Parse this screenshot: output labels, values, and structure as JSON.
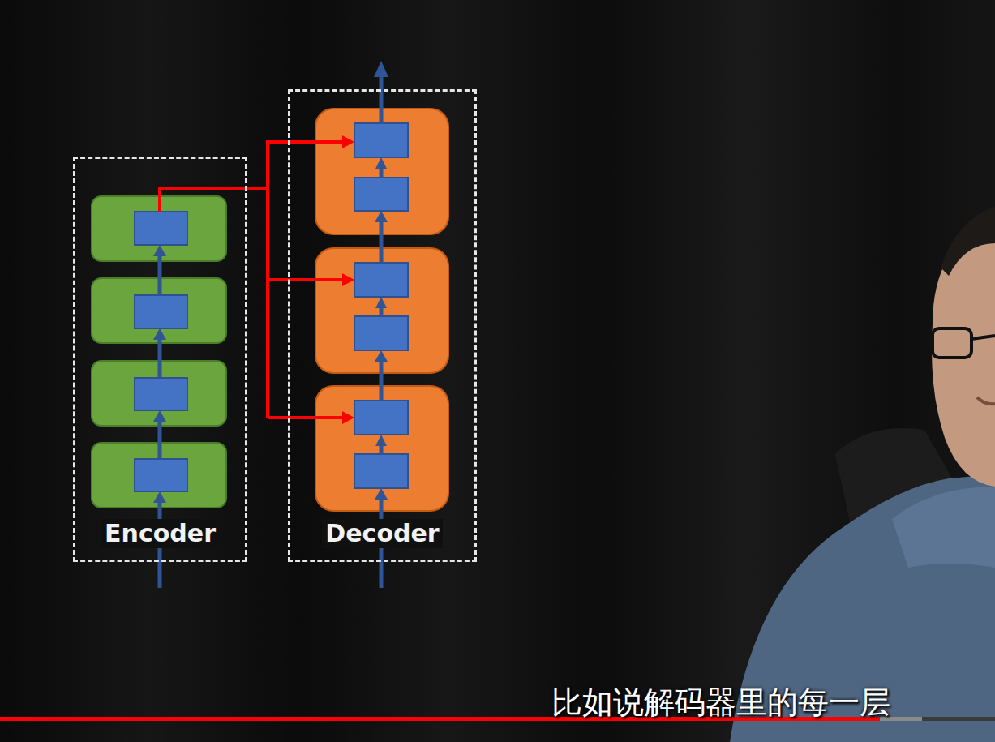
{
  "diagram": {
    "nodes": [
      {
        "text": [
          "Encoder"
        ]
      },
      {
        "text": [
          "Decoder"
        ]
      }
    ],
    "edges": [
      {
        "from": 0,
        "to": 1,
        "arrow": "to"
      }
    ],
    "labels": [
      "比如说解码器里的每一层"
    ]
  }
}
